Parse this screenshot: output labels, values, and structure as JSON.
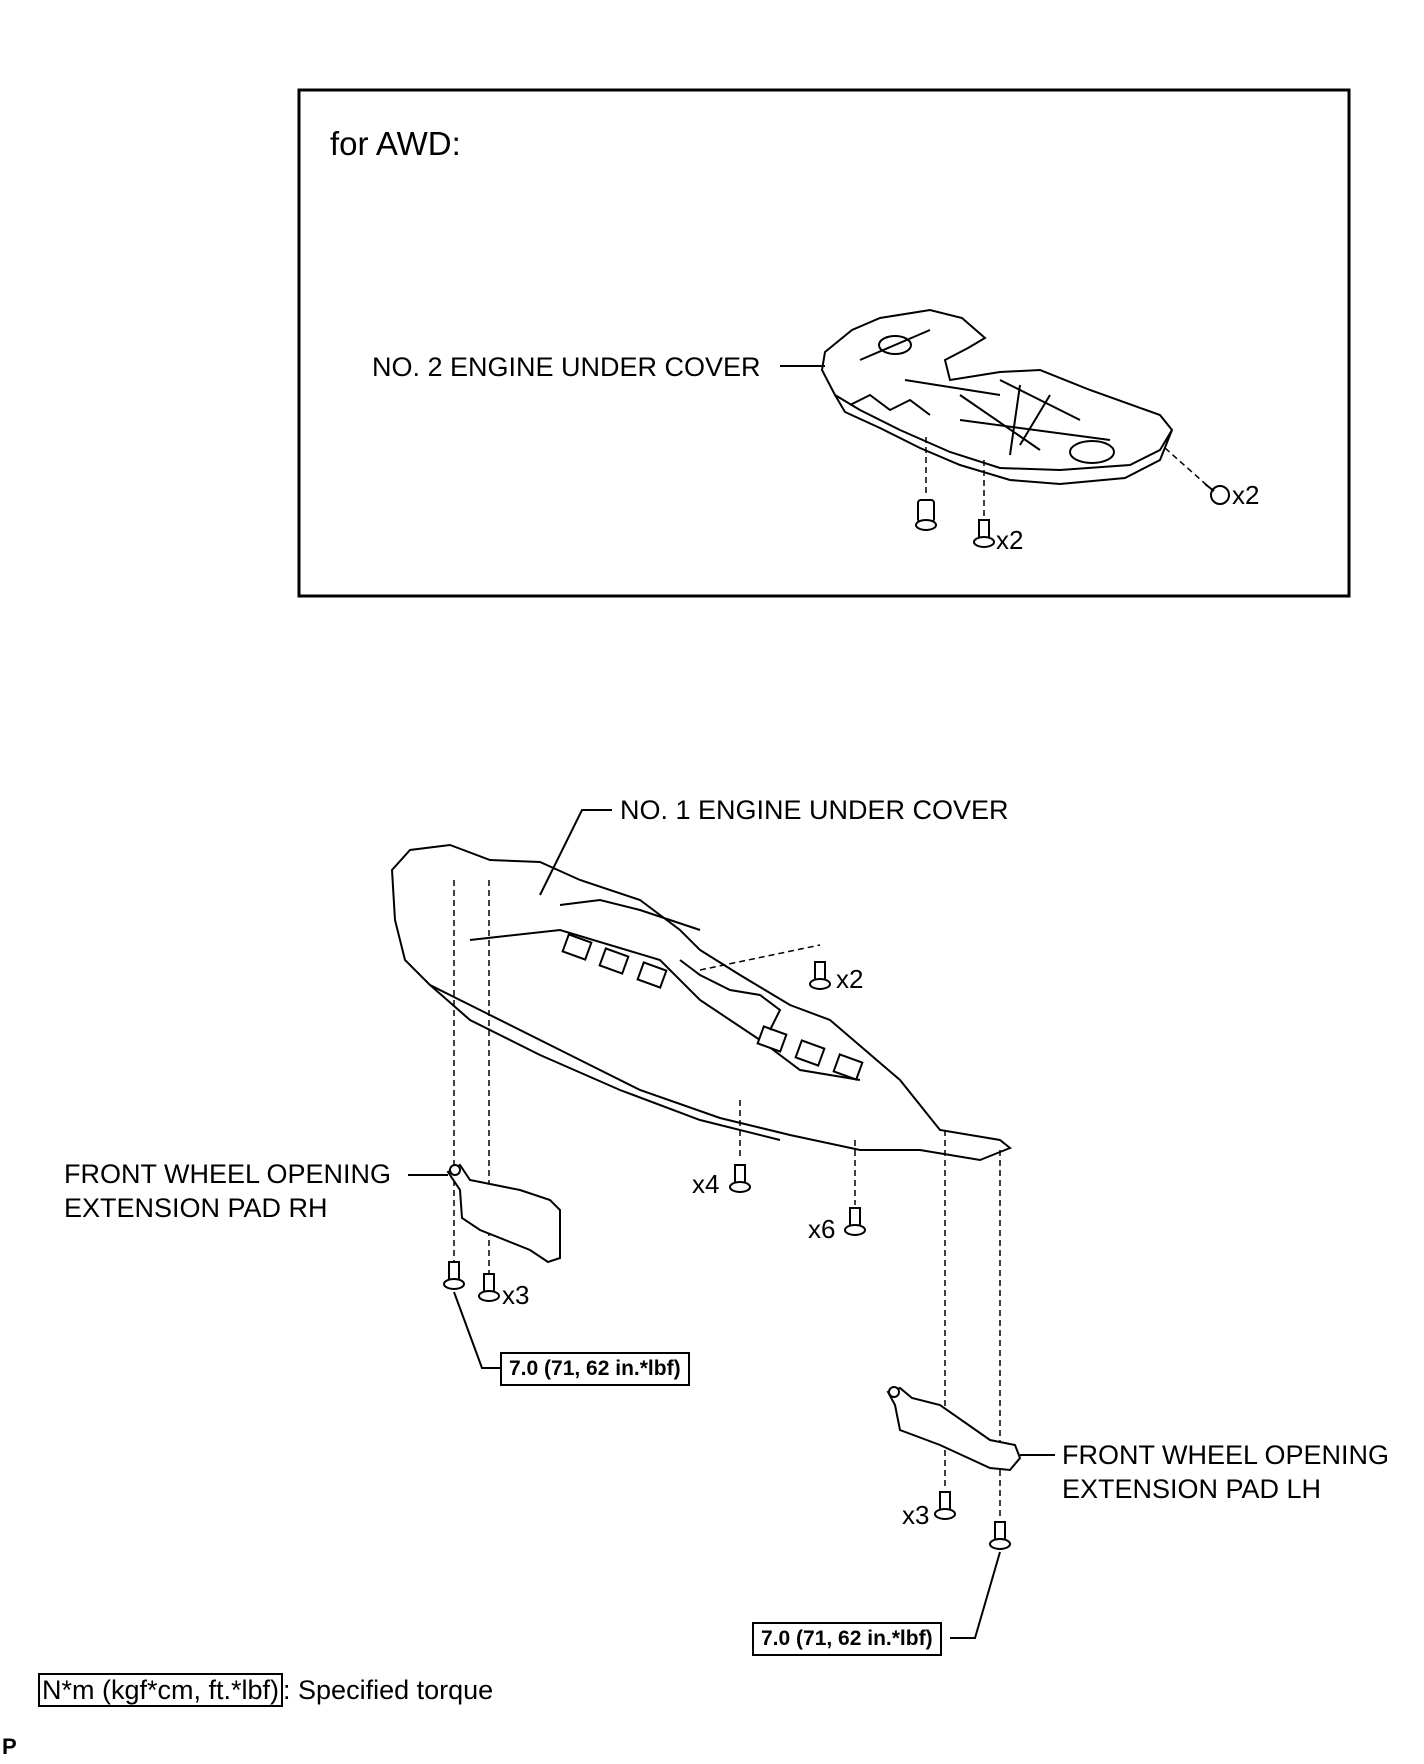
{
  "inset": {
    "title": "for AWD:",
    "part_label": "NO. 2 ENGINE UNDER COVER",
    "qty_a": "x2",
    "qty_b": "x2"
  },
  "main": {
    "cover_label": "NO. 1 ENGINE UNDER COVER",
    "pad_rh_line1": "FRONT WHEEL OPENING",
    "pad_rh_line2": "EXTENSION PAD RH",
    "pad_lh_line1": "FRONT WHEEL OPENING",
    "pad_lh_line2": "EXTENSION PAD LH",
    "qty_x2": "x2",
    "qty_x4": "x4",
    "qty_x6": "x6",
    "qty_x3_left": "x3",
    "qty_x3_right": "x3",
    "torque_left": "7.0 (71, 62 in.*lbf)",
    "torque_right": "7.0 (71, 62 in.*lbf)"
  },
  "legend": {
    "unit": "N*m (kgf*cm, ft.*lbf)",
    "text": ": Specified torque"
  },
  "figure_code": "P"
}
